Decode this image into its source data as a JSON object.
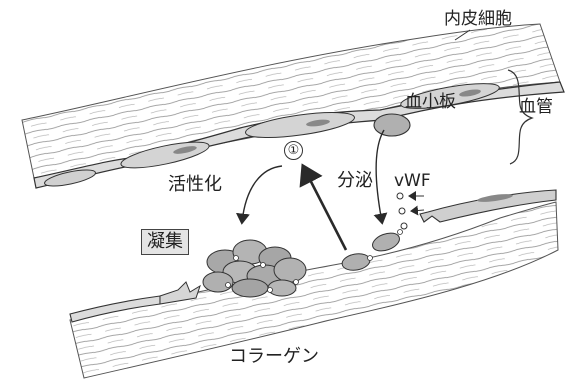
{
  "labels": {
    "endothelial_cell": "内皮細胞",
    "platelet": "血小板",
    "vessel": "血管",
    "step_marker": "①",
    "activation": "活性化",
    "secretion": "分泌",
    "vwf": "vWF",
    "aggregation": "凝集",
    "collagen": "コラーゲン"
  },
  "colors": {
    "endothelium_fill": "#dcdcdc",
    "platelet_fill": "#b0b0b0",
    "line": "#2a2a2a",
    "vessel_lumen": "#ffffff"
  }
}
